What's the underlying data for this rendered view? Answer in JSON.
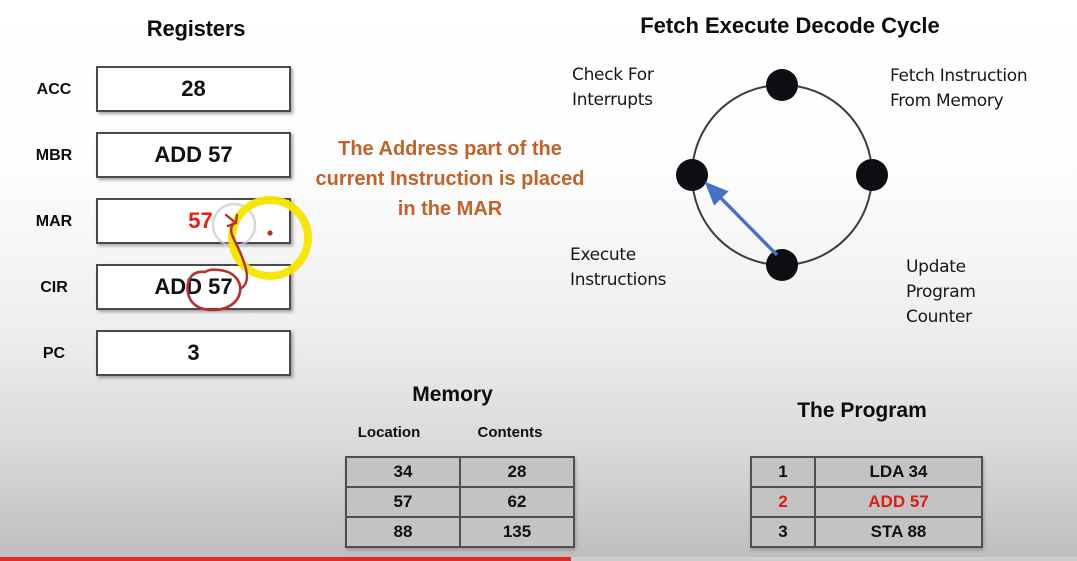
{
  "registers": {
    "title": "Registers",
    "rows": [
      {
        "label": "ACC",
        "value": "28",
        "highlight": false
      },
      {
        "label": "MBR",
        "value": "ADD 57",
        "highlight": false
      },
      {
        "label": "MAR",
        "value": "57",
        "highlight": true
      },
      {
        "label": "CIR",
        "value": "ADD 57",
        "highlight": false
      },
      {
        "label": "PC",
        "value": "3",
        "highlight": false
      }
    ]
  },
  "callout": {
    "text": "The Address part of the current Instruction is placed in the MAR",
    "color": "#c0622a"
  },
  "cycle": {
    "title": "Fetch Execute Decode Cycle",
    "labels": {
      "top_right": "Fetch Instruction From Memory",
      "top_left": "Check For Interrupts",
      "bottom_right": "Update Program Counter",
      "bottom_left": "Execute Instructions"
    },
    "arrow_color": "#4472c4",
    "node_color": "#0d0d14"
  },
  "memory": {
    "title": "Memory",
    "headers": [
      "Location",
      "Contents"
    ],
    "rows": [
      [
        "34",
        "28"
      ],
      [
        "57",
        "62"
      ],
      [
        "88",
        "135"
      ]
    ]
  },
  "program": {
    "title": "The Program",
    "rows": [
      {
        "line": "1",
        "instruction": "LDA 34",
        "highlight": false
      },
      {
        "line": "2",
        "instruction": "ADD 57",
        "highlight": true
      },
      {
        "line": "3",
        "instruction": "STA  88",
        "highlight": false
      }
    ],
    "highlight_color": "#e21b15"
  },
  "annotations": {
    "highlighter_color": "#f5e500",
    "pen_color": "#b5302f",
    "marks": [
      "yellow-highlight-circle-over-mar-and-cir",
      "red-circle-around-cir-address",
      "red-arrow-from-cir-to-mar",
      "red-dot-in-mar"
    ]
  },
  "player": {
    "progress_percent": 53,
    "progress_color": "#e22a2a"
  }
}
